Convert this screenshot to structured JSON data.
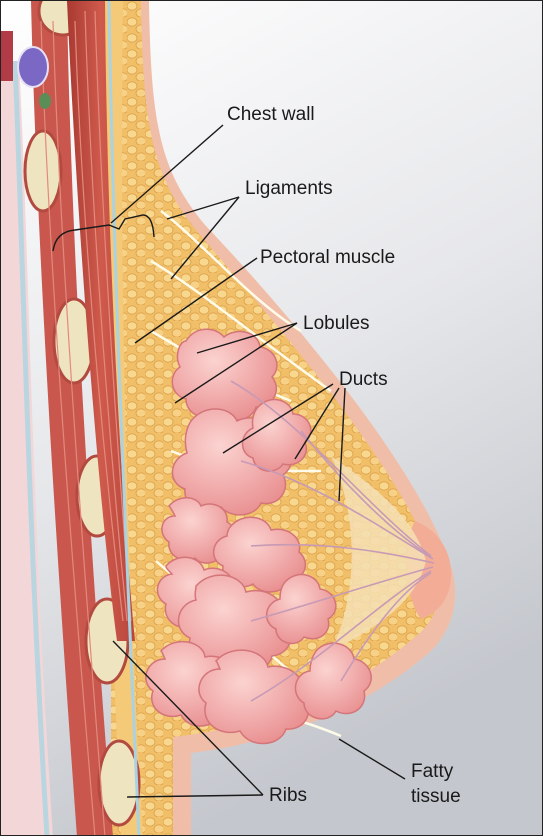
{
  "figure": {
    "labels": {
      "chest_wall": "Chest wall",
      "ligaments": "Ligaments",
      "pectoral_muscle": "Pectoral muscle",
      "lobules": "Lobules",
      "ducts": "Ducts",
      "ribs": "Ribs",
      "fatty_tissue_line1": "Fatty",
      "fatty_tissue_line2": "tissue"
    },
    "colors": {
      "background_top": "#ffffff",
      "background_bottom": "#c9ccd2",
      "skin": "#f3c4ae",
      "fat": "#f3c36d",
      "muscle": "#c0453b",
      "lobule": "#f4a9a8",
      "rib": "#efe4c0",
      "leader_line": "#1a1a1a"
    }
  }
}
